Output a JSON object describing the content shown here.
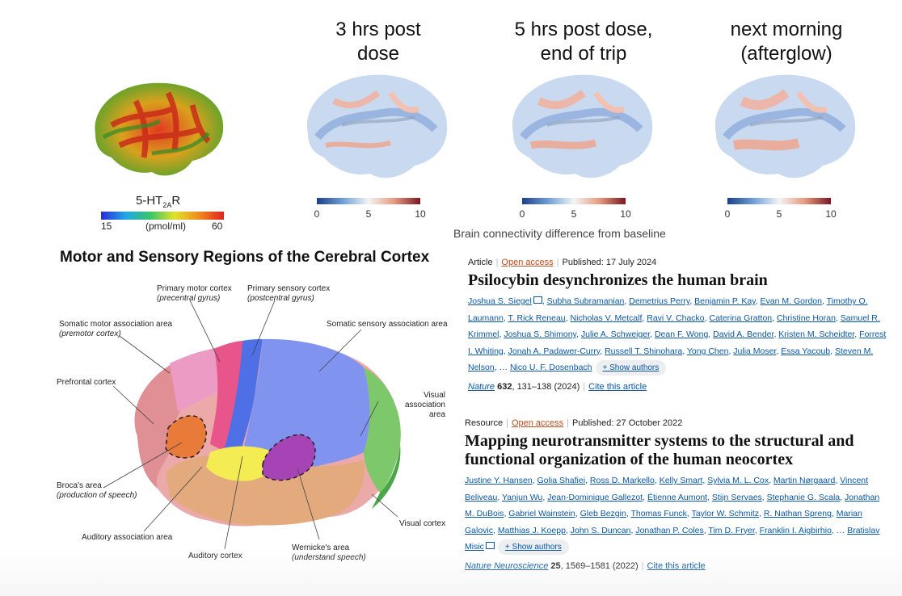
{
  "time_points": [
    "3 hrs post\ndose",
    "5 hrs post dose,\nend of trip",
    "next morning\n(afterglow)"
  ],
  "connectivity_colorbar": {
    "ticks": [
      "0",
      "5",
      "10"
    ],
    "caption": "Brain connectivity difference from baseline"
  },
  "receptor_map": {
    "label_main": "5-HT",
    "label_sub": "2A",
    "label_suffix": "R",
    "min": "15",
    "unit": "(pmol/ml)",
    "max": "60"
  },
  "cortex_figure": {
    "title": "Motor and Sensory Regions of the Cerebral Cortex",
    "regions": {
      "primary_motor": {
        "name": "Primary motor cortex",
        "detail": "(precentral gyrus)"
      },
      "primary_sensory": {
        "name": "Primary sensory cortex",
        "detail": "(postcentral gyrus)"
      },
      "somatic_motor": {
        "name": "Somatic motor association area",
        "detail": "(premotor cortex)"
      },
      "somatic_sensory": {
        "name": "Somatic sensory association area"
      },
      "prefrontal": {
        "name": "Prefrontal cortex"
      },
      "visual_assoc": {
        "name": "Visual association",
        "name2": "area"
      },
      "broca": {
        "name": "Broca's area",
        "detail": "(production of speech)"
      },
      "auditory_assoc": {
        "name": "Auditory association area"
      },
      "auditory": {
        "name": "Auditory cortex"
      },
      "wernicke": {
        "name": "Wernicke's area",
        "detail": "(understand speech)"
      },
      "visual": {
        "name": "Visual cortex"
      }
    }
  },
  "articles": [
    {
      "type": "Article",
      "access": "Open access",
      "published": "Published: 17 July 2024",
      "title": "Psilocybin desynchronizes the human brain",
      "authors": [
        "Joshua S. Siegel",
        "Subha Subramanian",
        "Demetrius Perry",
        "Benjamin P. Kay",
        "Evan M. Gordon",
        "Timothy O. Laumann",
        "T. Rick Reneau",
        "Nicholas V. Metcalf",
        "Ravi V. Chacko",
        "Caterina Gratton",
        "Christine Horan",
        "Samuel R. Krimmel",
        "Joshua S. Shimony",
        "Julie A. Schweiger",
        "Dean F. Wong",
        "David A. Bender",
        "Kristen M. Scheidter",
        "Forrest I. Whiting",
        "Jonah A. Padawer-Curry",
        "Russell T. Shinohara",
        "Yong Chen",
        "Julia Moser",
        "Essa Yacoub",
        "Steven M. Nelson",
        "Nico U. F. Dosenbach"
      ],
      "ellipsis": "…",
      "show_authors": "+ Show authors",
      "journal": "Nature",
      "volume": "632",
      "pages": ", 131–138 (2024)",
      "cite": "Cite this article"
    },
    {
      "type": "Resource",
      "access": "Open access",
      "published": "Published: 27 October 2022",
      "title": "Mapping neurotransmitter systems to the structural and functional organization of the human neocortex",
      "authors": [
        "Justine Y. Hansen",
        "Golia Shafiei",
        "Ross D. Markello",
        "Kelly Smart",
        "Sylvia M. L. Cox",
        "Martin Nørgaard",
        "Vincent Beliveau",
        "Yanjun Wu",
        "Jean-Dominique Gallezot",
        "Étienne Aumont",
        "Stijn Servaes",
        "Stephanie G. Scala",
        "Jonathan M. DuBois",
        "Gabriel Wainstein",
        "Gleb Bezgin",
        "Thomas Funck",
        "Taylor W. Schmitz",
        "R. Nathan Spreng",
        "Marian Galovic",
        "Matthias J. Koepp",
        "John S. Duncan",
        "Jonathan P. Coles",
        "Tim D. Fryer",
        "Franklin I. Aigbirhio",
        "Bratislav Misic"
      ],
      "ellipsis": "…",
      "show_authors": "+ Show authors",
      "journal": "Nature Neuroscience",
      "volume": "25",
      "pages": ", 1569–1581 (2022)",
      "cite": "Cite this article"
    }
  ]
}
